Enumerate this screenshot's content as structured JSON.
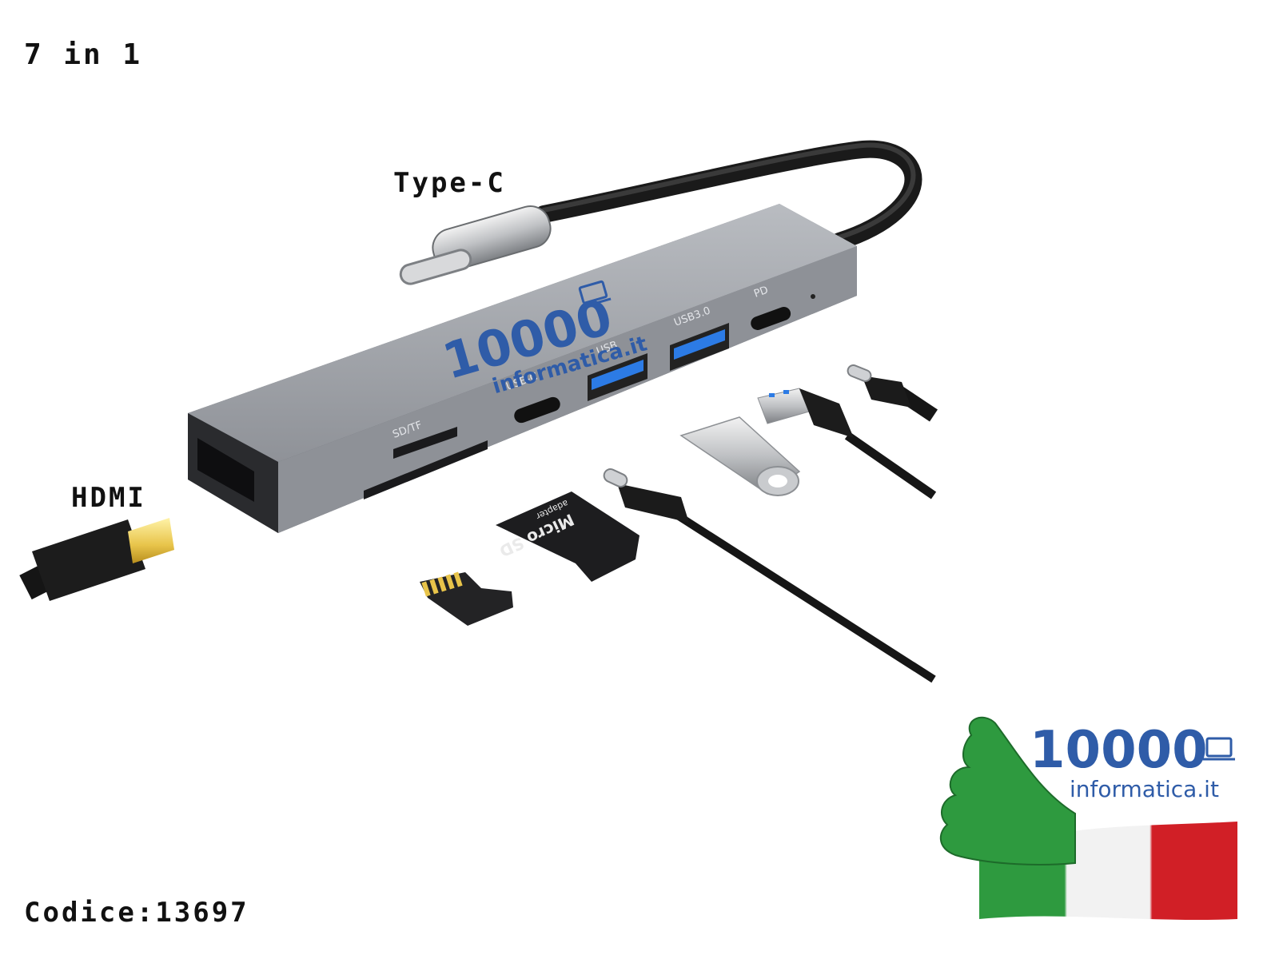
{
  "title": "7 in 1",
  "connector_top": "Type-C",
  "connector_left": "HDMI",
  "product_code": "Codice:13697",
  "hub_port_labels": [
    "SD/TF",
    "USB-C",
    "USB",
    "USB3.0",
    "PD"
  ],
  "watermark": {
    "number": "10000",
    "domain": "informatica.it"
  },
  "sd_card_label": "Micro SD",
  "sd_card_brand": "adapter",
  "colors": {
    "hub_body": "#9a9da3",
    "brand_blue": "#2f5ca8",
    "usb_blue": "#2c7be5",
    "hdmi_gold": "#e8c44a",
    "flag_green": "#2e9a3f",
    "flag_white": "#f2f2f2",
    "flag_red": "#d11f26"
  }
}
